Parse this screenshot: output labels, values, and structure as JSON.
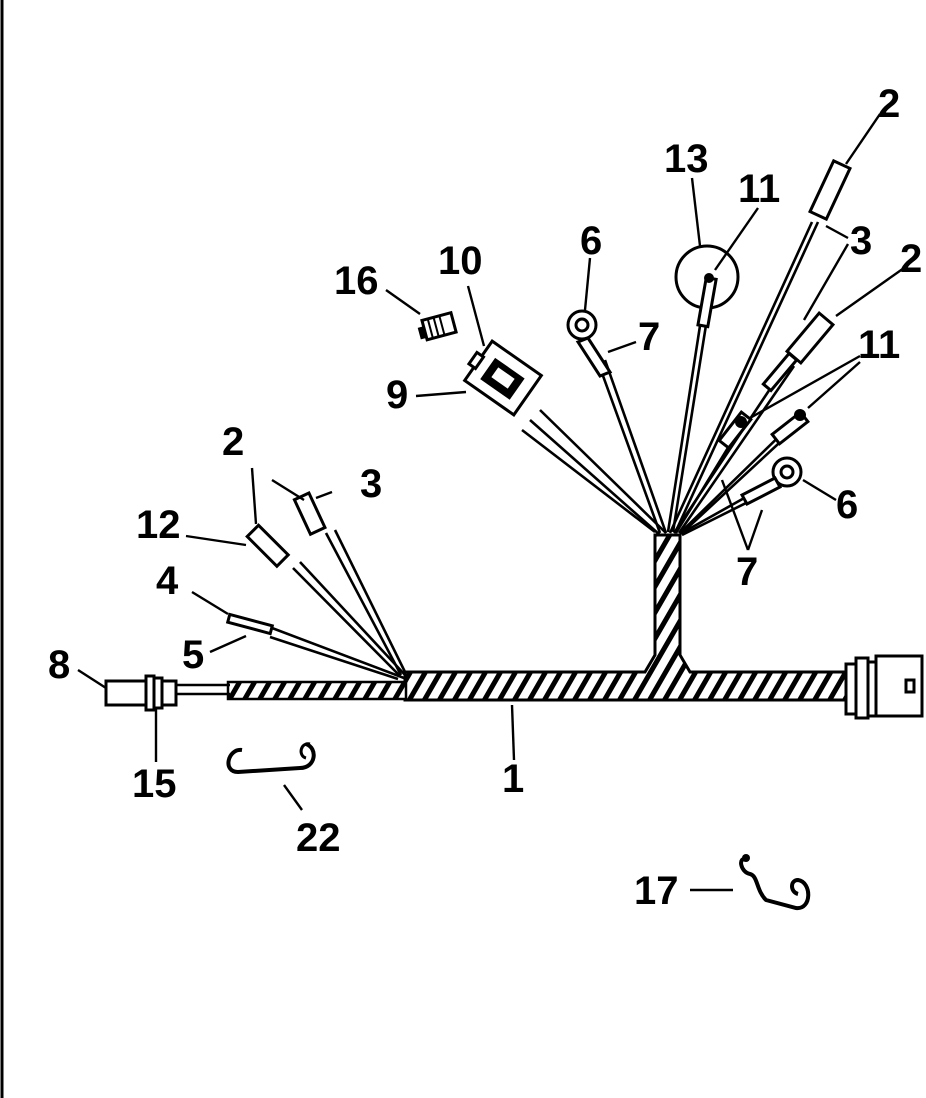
{
  "diagram": {
    "colors": {
      "ink": "#000000",
      "paper": "#ffffff"
    },
    "labels": {
      "l1": "1",
      "l2a": "2",
      "l2b": "2",
      "l2c": "2",
      "l3a": "3",
      "l3b": "3",
      "l4": "4",
      "l5": "5",
      "l6a": "6",
      "l6b": "6",
      "l7a": "7",
      "l7b": "7",
      "l8": "8",
      "l9": "9",
      "l10": "10",
      "l11a": "11",
      "l11b": "11",
      "l12": "12",
      "l13": "13",
      "l15": "15",
      "l16": "16",
      "l17": "17",
      "l22": "22"
    }
  }
}
